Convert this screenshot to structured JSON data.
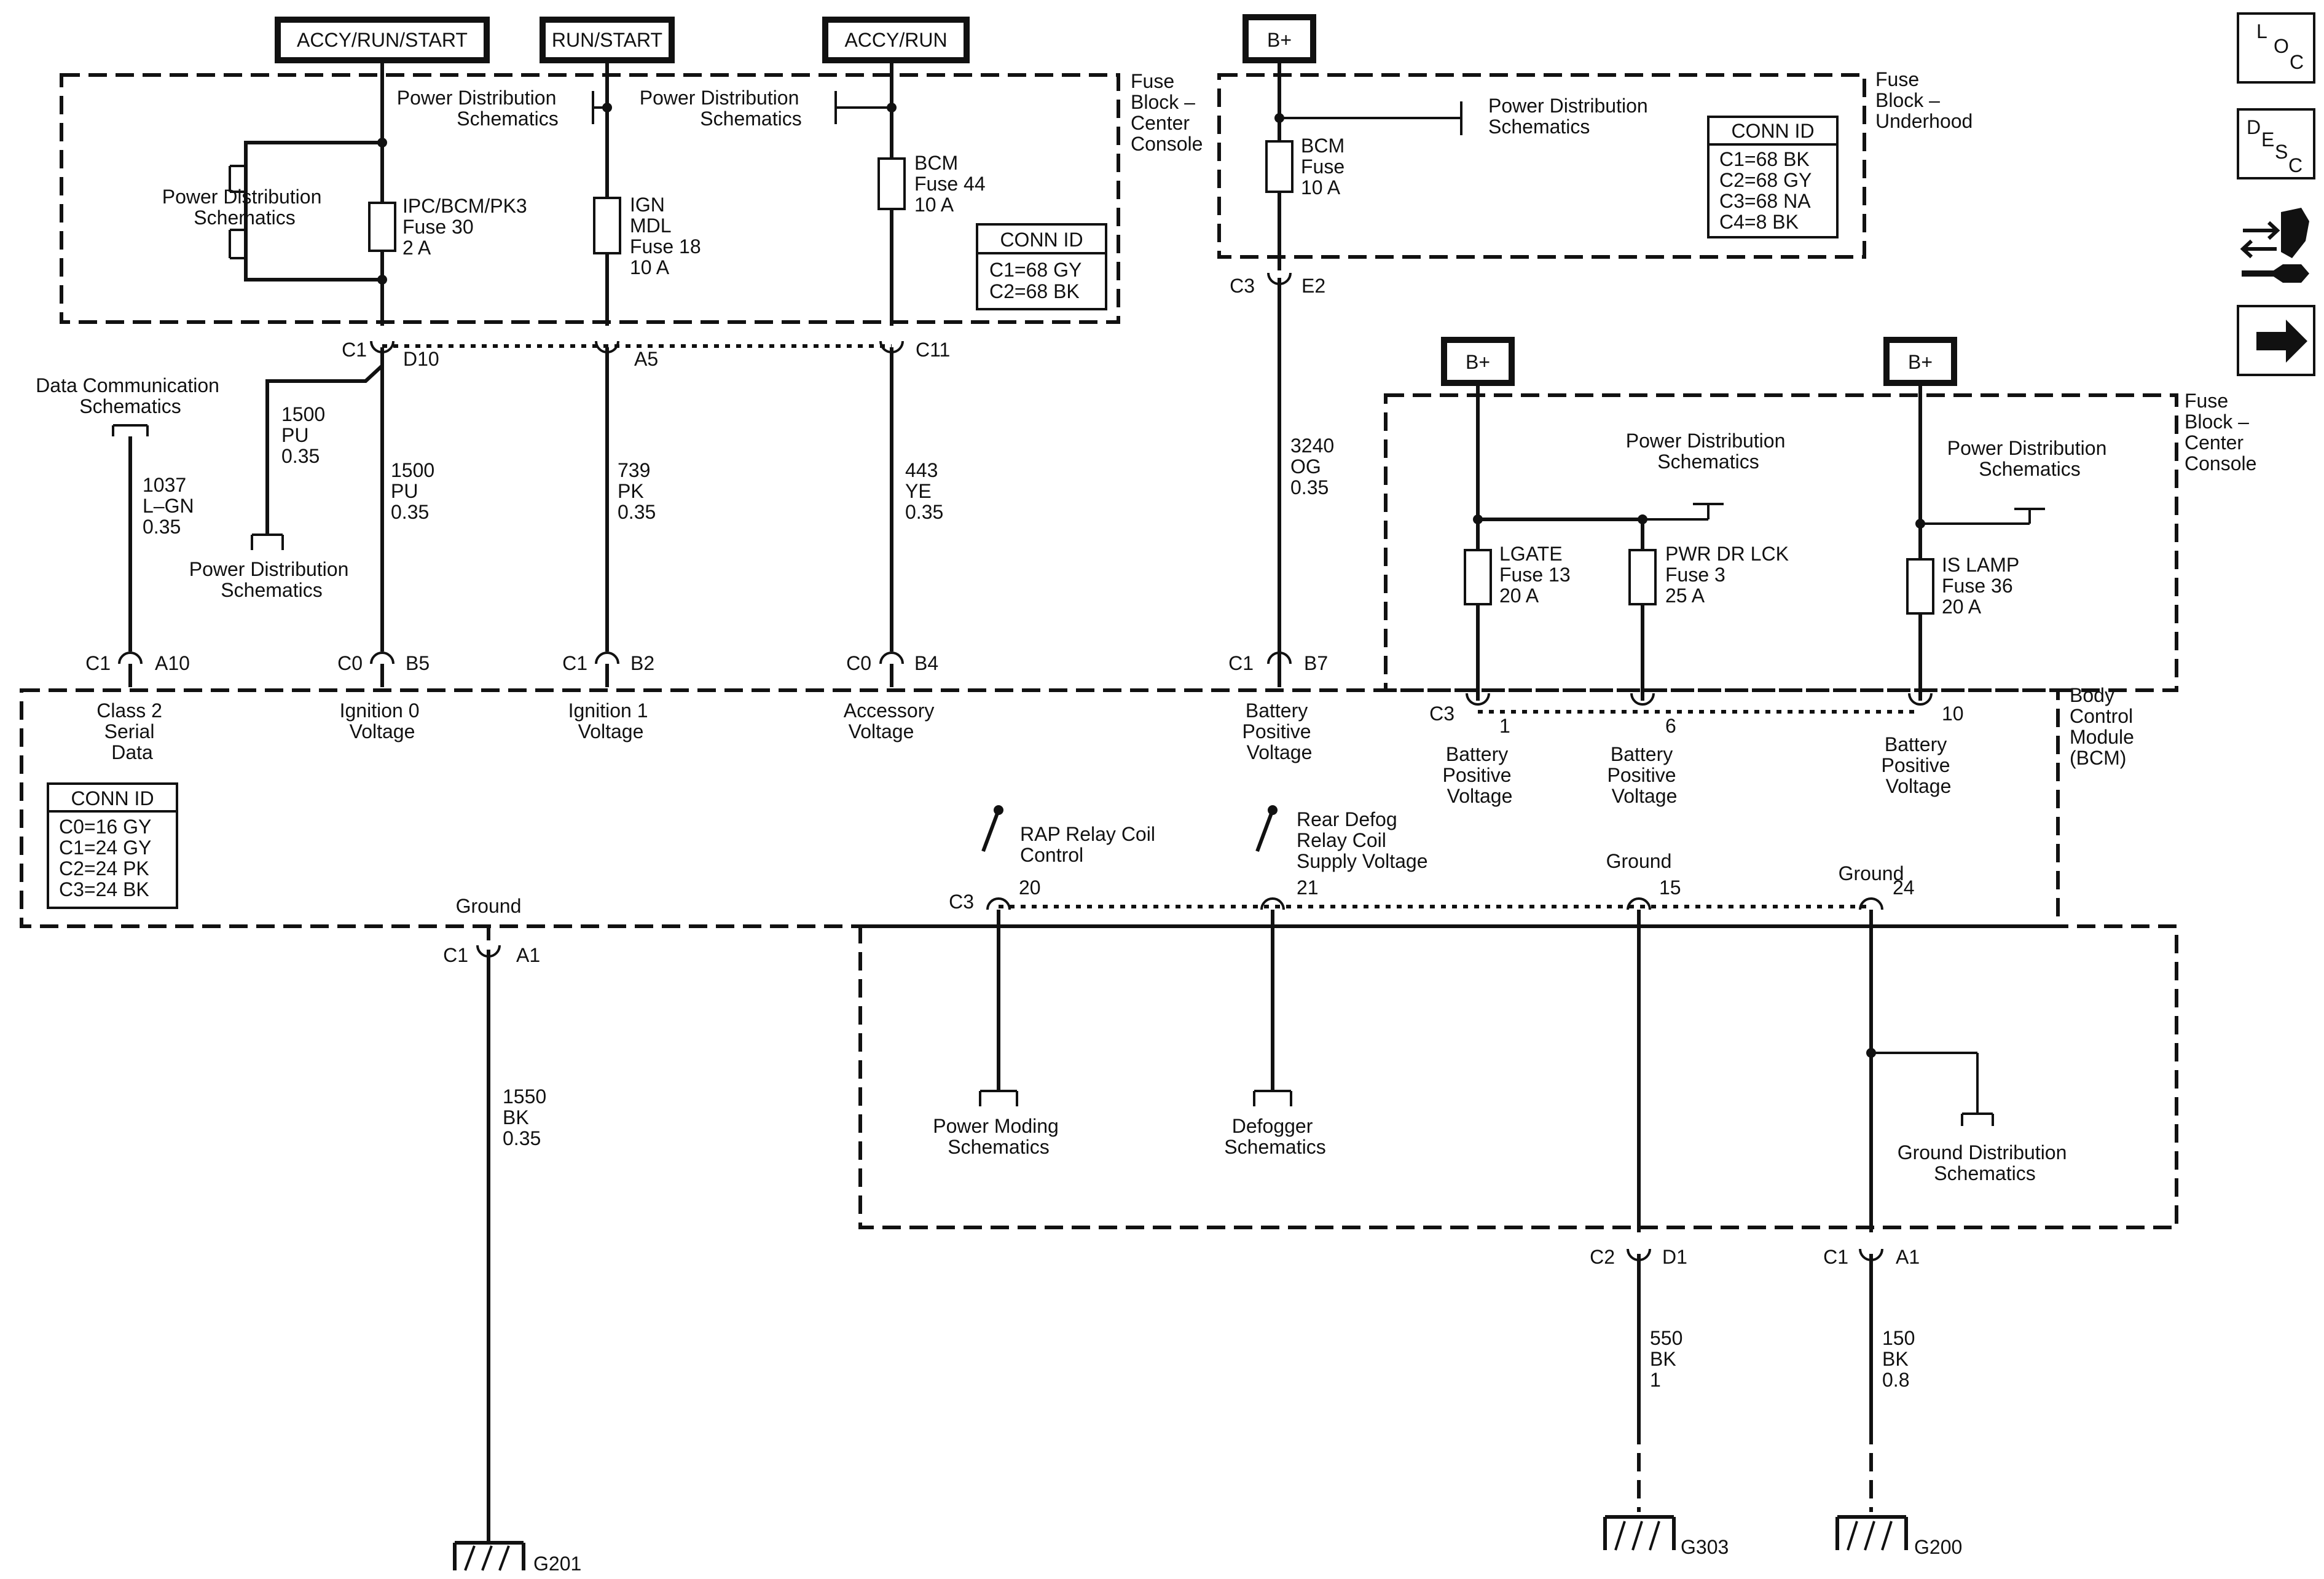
{
  "power_modes": {
    "accy_run_start": "ACCY/RUN/START",
    "run_start": "RUN/START",
    "accy_run": "ACCY/RUN",
    "bplus": "B+"
  },
  "fuse_blocks": {
    "center_console_top": [
      "Fuse",
      "Block –",
      "Center",
      "Console"
    ],
    "underhood": [
      "Fuse",
      "Block –",
      "Underhood"
    ],
    "center_console_right": [
      "Fuse",
      "Block –",
      "Center",
      "Console"
    ]
  },
  "bcm_label": [
    "Body",
    "Control",
    "Module",
    "(BCM)"
  ],
  "conn_tables": {
    "center_console": {
      "title": "CONN ID",
      "rows": [
        "C1=68 GY",
        "C2=68 BK"
      ]
    },
    "underhood": {
      "title": "CONN ID",
      "rows": [
        "C1=68 BK",
        "C2=68 GY",
        "C3=68 NA",
        "C4=8 BK"
      ]
    },
    "bcm": {
      "title": "CONN ID",
      "rows": [
        "C0=16 GY",
        "C1=24 GY",
        "C2=24 PK",
        "C3=24 BK"
      ]
    }
  },
  "fuses": {
    "ipc": [
      "IPC/BCM/PK3",
      "Fuse 30",
      "2 A"
    ],
    "ign": [
      "IGN",
      "MDL",
      "Fuse 18",
      "10 A"
    ],
    "bcm44": [
      "BCM",
      "Fuse 44",
      "10 A"
    ],
    "bcm_uh": [
      "BCM",
      "Fuse",
      "10 A"
    ],
    "lgate": [
      "LGATE",
      "Fuse 13",
      "20 A"
    ],
    "pwr_dr": [
      "PWR DR LCK",
      "Fuse 3",
      "25 A"
    ],
    "is_lamp": [
      "IS LAMP",
      "Fuse 36",
      "20  A"
    ]
  },
  "refs": {
    "pd": [
      "Power Distribution",
      "Schematics"
    ],
    "dc": [
      "Data Communication",
      "Schematics"
    ],
    "pm": [
      "Power Moding",
      "Schematics"
    ],
    "defog": [
      "Defogger",
      "Schematics"
    ],
    "gd": [
      "Ground Distribution",
      "Schematics"
    ]
  },
  "connectors": {
    "c1": "C1",
    "c0": "C0",
    "c3": "C3",
    "c2": "C2",
    "d10": "D10",
    "a5": "A5",
    "c11": "C11",
    "e2": "E2",
    "a10": "A10",
    "b5": "B5",
    "b2": "B2",
    "b4": "B4",
    "b7": "B7",
    "p1": "1",
    "p6": "6",
    "p10": "10",
    "p20": "20",
    "p21": "21",
    "p15": "15",
    "p24": "24",
    "a1": "A1",
    "d1": "D1"
  },
  "wires": {
    "w1500a": [
      "1500",
      "PU",
      "0.35"
    ],
    "w1500b": [
      "1500",
      "PU",
      "0.35"
    ],
    "w739": [
      "739",
      "PK",
      "0.35"
    ],
    "w443": [
      "443",
      "YE",
      "0.35"
    ],
    "w3240": [
      "3240",
      "OG",
      "0.35"
    ],
    "w1037": [
      "1037",
      "L–GN",
      "0.35"
    ],
    "w1550": [
      "1550",
      "BK",
      "0.35"
    ],
    "w550": [
      "550",
      "BK",
      "1"
    ],
    "w150": [
      "150",
      "BK",
      "0.8"
    ]
  },
  "bcm_inputs": {
    "class2": [
      "Class 2",
      "Serial",
      "Data"
    ],
    "ign0": [
      "Ignition 0",
      "Voltage"
    ],
    "ign1": [
      "Ignition 1",
      "Voltage"
    ],
    "accy": [
      "Accessory",
      "Voltage"
    ],
    "batt_b7": [
      "Battery",
      "Positive",
      "Voltage"
    ],
    "batt1": [
      "Battery",
      "Positive",
      "Voltage"
    ],
    "batt6": [
      "Battery",
      "Positive",
      "Voltage"
    ],
    "batt10": [
      "Battery",
      "Positive",
      "Voltage"
    ],
    "rap": [
      "RAP Relay Coil",
      "Control"
    ],
    "defog": [
      "Rear Defog",
      "Relay Coil",
      "Supply Voltage"
    ],
    "ground": "Ground"
  },
  "grounds": {
    "g201": "G201",
    "g303": "G303",
    "g200": "G200"
  },
  "nav_icons": {
    "loc": [
      "L",
      "O",
      "C"
    ],
    "desc": [
      "D",
      "E",
      "S",
      "C"
    ],
    "connector_icon": "connector-wrench-icon",
    "next_icon": "right-arrow-icon"
  }
}
